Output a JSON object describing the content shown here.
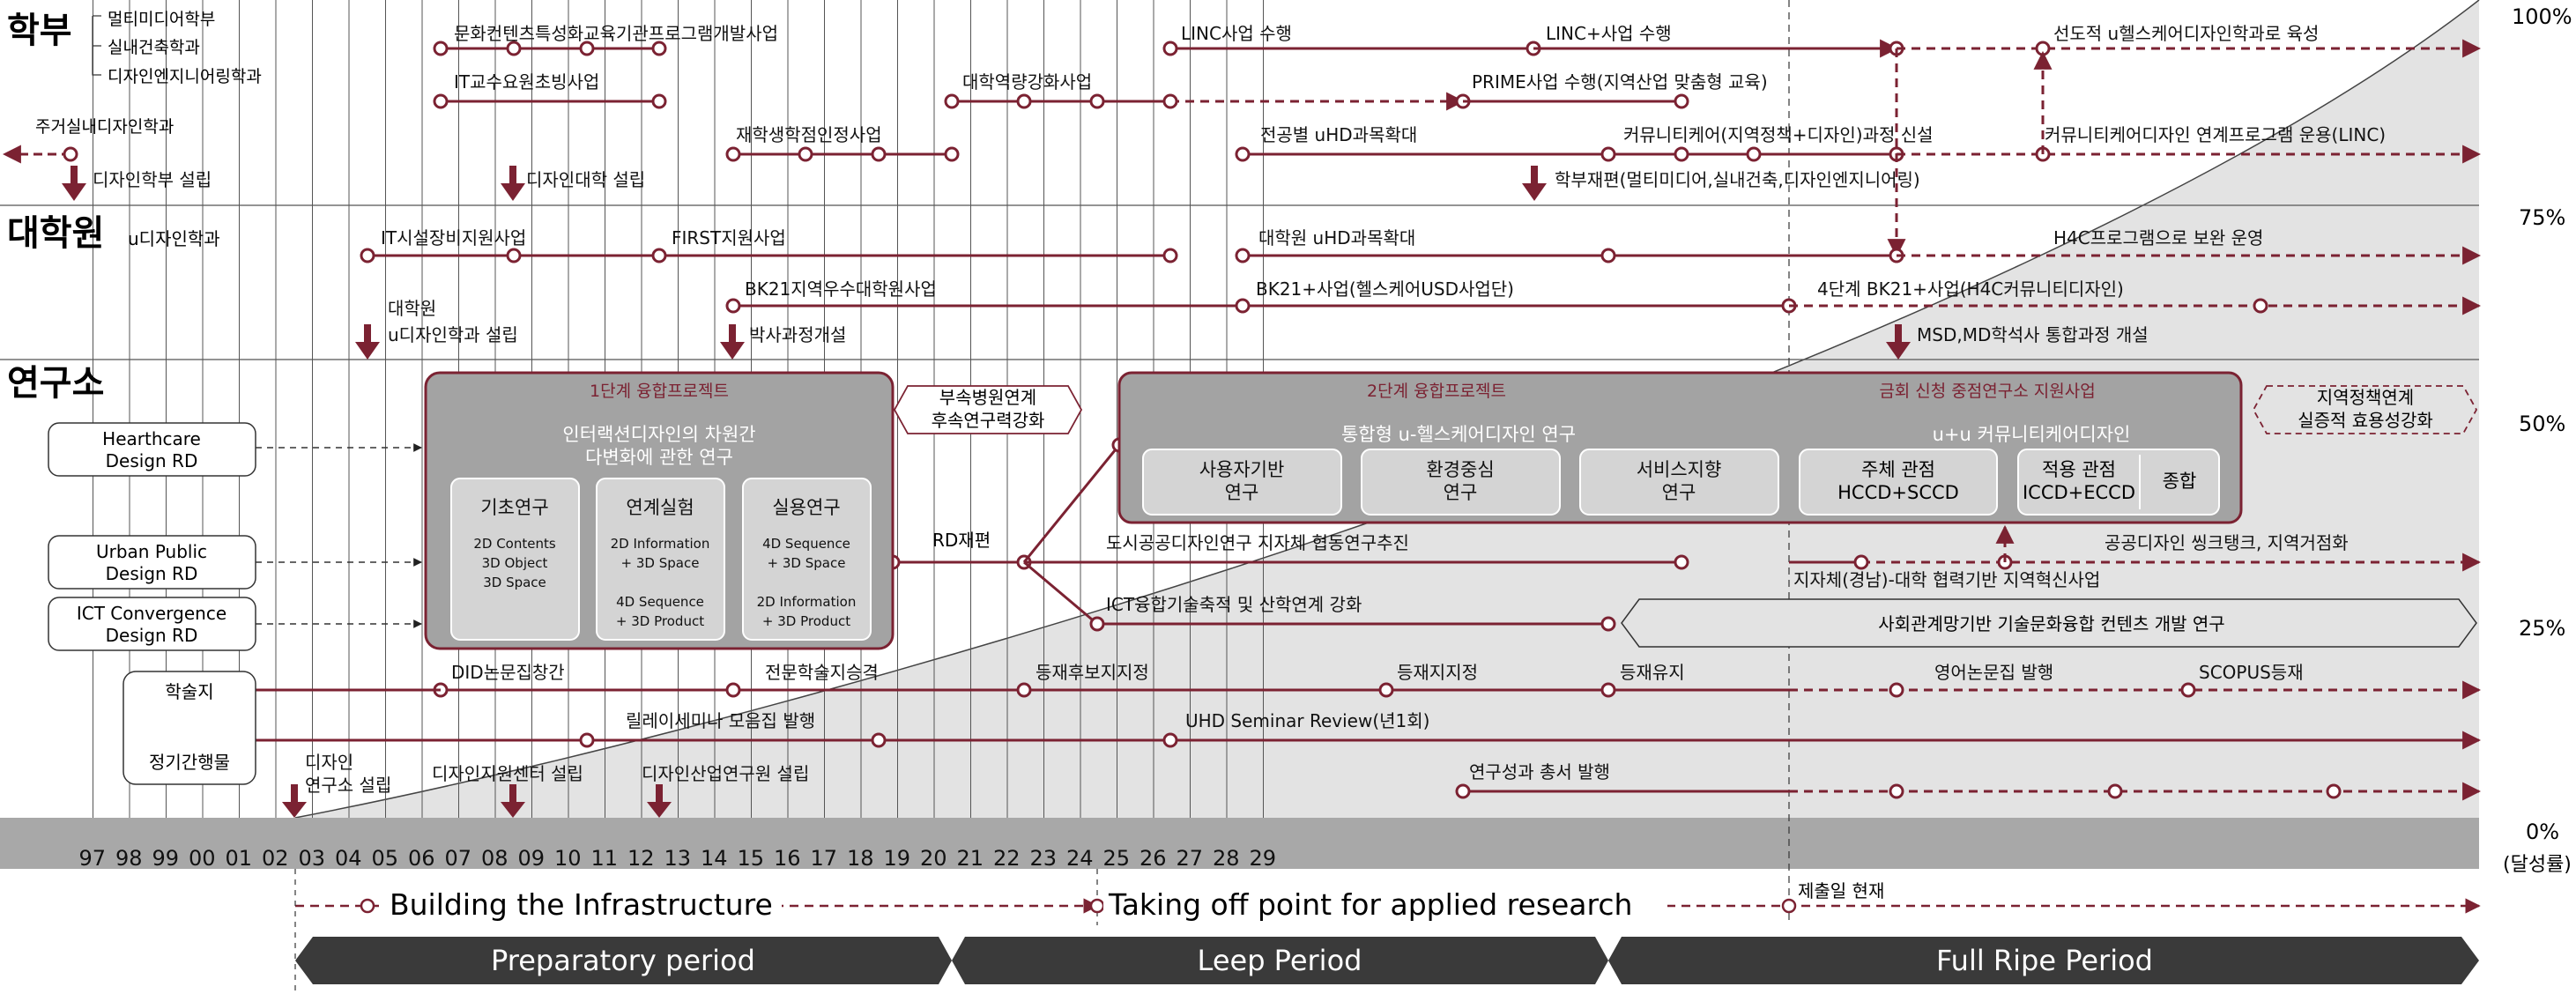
{
  "sections": {
    "undergrad": "학부",
    "graduate": "대학원",
    "institute": "연구소"
  },
  "undergrad_depts": [
    "멀티미디어학부",
    "실내건축학과",
    "디자인엔지니어링학과"
  ],
  "grad_dept": "u디자인학과",
  "left_labels": {
    "interior_dept": "주거실내디자인학과",
    "healthcare": [
      "Hearthcare",
      "Design RD"
    ],
    "urban": [
      "Urban Public",
      "Design RD"
    ],
    "ict": [
      "ICT Convergence",
      "Design RD"
    ],
    "journal": "학술지",
    "periodical": "정기간행물"
  },
  "years": [
    "97",
    "98",
    "99",
    "00",
    "01",
    "02",
    "03",
    "04",
    "05",
    "06",
    "07",
    "08",
    "09",
    "10",
    "11",
    "12",
    "13",
    "14",
    "15",
    "16",
    "17",
    "18",
    "19",
    "20",
    "21",
    "22",
    "23",
    "24",
    "25",
    "26",
    "27",
    "28",
    "29"
  ],
  "percent_axis": {
    "p100": "100%",
    "p75": "75%",
    "p50": "50%",
    "p25": "25%",
    "p0": "0%",
    "caption": "(달성률)"
  },
  "undergrad_items": {
    "culture_program": "문화컨텐츠특성화교육기관프로그램개발사업",
    "it_professor": "IT교수요원초빙사업",
    "enrollment": "재학생학점인정사업",
    "capacity": "대학역량강화사업",
    "linc": "LINC사업 수행",
    "linc_plus": "LINC+사업 수행",
    "leading_dept": "선도적 u헬스케어디자인학과로 육성",
    "prime": "PRIME사업 수행(지역산업 맞춤형 교육)",
    "uhd_expand": "전공별 uHD과목확대",
    "community_care": "커뮤니티케어(지역정책+디자인)과정 신설",
    "community_care_link": "커뮤니티케어디자인 연계프로그램 운용(LINC)",
    "design_dept_founded": "디자인학부 설립",
    "design_college_founded": "디자인대학 설립",
    "restructure": "학부재편(멀티미디어,실내건축,디자인엔지니어링)"
  },
  "grad_items": {
    "it_equipment": "IT시설장비지원사업",
    "first": "FIRST지원사업",
    "grad_uhd": "대학원 uHD과목확대",
    "h4c": "H4C프로그램으로 보완 운영",
    "bk21": "BK21지역우수대학원사업",
    "bk21plus": "BK21+사업(헬스케어USD사업단)",
    "bk21_stage4": "4단계 BK21+사업(H4C커뮤니티디자인)",
    "grad_founded": [
      "대학원",
      "u디자인학과 설립"
    ],
    "phd": "박사과정개설",
    "msd": "MSD,MD학석사 통합과정 개설"
  },
  "stage1": {
    "title": "1단계 융합프로젝트",
    "subtitle": [
      "인터랙션디자인의 차원간",
      "다변화에 관한 연구"
    ],
    "boxes": [
      {
        "title": "기초연구",
        "lines": [
          "2D Contents",
          "3D Object",
          "3D Space"
        ]
      },
      {
        "title": "연계실험",
        "lines": [
          "2D Information",
          "+ 3D Space",
          "",
          "4D Sequence",
          "+ 3D Product"
        ]
      },
      {
        "title": "실용연구",
        "lines": [
          "4D Sequence",
          "+ 3D Space",
          "",
          "2D Information",
          "+ 3D Product"
        ]
      }
    ]
  },
  "hospital_link": [
    "부속병원연계",
    "후속연구력강화"
  ],
  "rd_reorg": "RD재편",
  "stage2": {
    "title": "2단계 융합프로젝트",
    "subtitle": "통합형 u-헬스케어디자인 연구",
    "boxes": [
      [
        "사용자기반",
        "연구"
      ],
      [
        "환경중심",
        "연구"
      ],
      [
        "서비스지향",
        "연구"
      ]
    ]
  },
  "stage3": {
    "title": "금회 신청 중점연구소 지원사업",
    "subtitle": "u+u 커뮤니티케어디자인",
    "box1": [
      "주체 관점",
      "HCCD+SCCD"
    ],
    "box2": [
      "적용 관점",
      "ICCD+ECCD"
    ],
    "box3": "종합"
  },
  "policy_link": [
    "지역정책연계",
    "실증적 효용성강화"
  ],
  "institute_items": {
    "urban_research": "도시공공디자인연구 지자체 협동연구추진",
    "public_think": "공공디자인 씽크탱크, 지역거점화",
    "local_gov": "지자체(경남)-대학 협력기반 지역혁신사업",
    "ict_tech": "ICT융합기술축적 및 산학연계 강화",
    "social_net": "사회관계망기반 기술문화융합 컨텐츠 개발 연구"
  },
  "journal_items": {
    "did": "DID논문집창간",
    "specialized": "전문학술지승격",
    "candidate": "등재후보지지정",
    "registered": "등재지지정",
    "maintain": "등재유지",
    "english": "영어논문집 발행",
    "scopus": "SCOPUS등재",
    "relay": "릴레이세미나 모음집 발행",
    "uhd_review": "UHD Seminar Review(년1회)",
    "research_books": "연구성과 총서 발행"
  },
  "foundings": {
    "institute": [
      "디자인",
      "연구소 설립"
    ],
    "center": "디자인지원센터 설립",
    "industry": "디자인산업연구원 설립"
  },
  "phases": {
    "building": "Building the Infrastructure",
    "takeoff": "Taking off point for applied research",
    "submission": "제출일 현재",
    "preparatory": "Preparatory period",
    "leep": "Leep Period",
    "full_ripe": "Full Ripe Period"
  },
  "colors": {
    "maroon": "#7b2232",
    "gray_box": "#a3a3a3",
    "light_fill": "#e3e3e3",
    "dark_band": "#3a3a3a",
    "axis_band": "#a8a8a8"
  }
}
